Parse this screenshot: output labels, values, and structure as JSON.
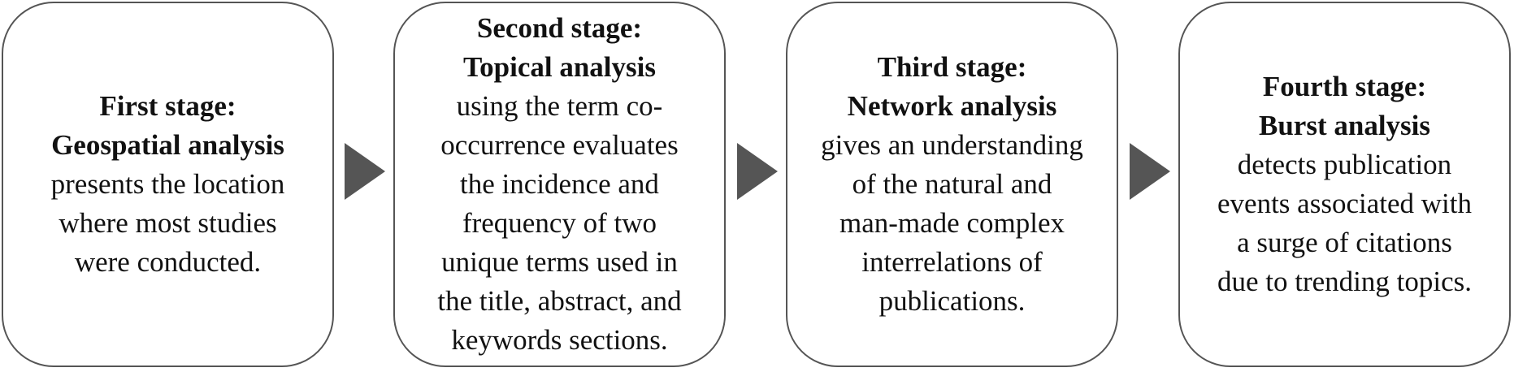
{
  "stages": [
    {
      "heading": "First stage:",
      "subheading": "Geospatial analysis",
      "lines": [
        "presents the location",
        "where most studies",
        "were conducted."
      ]
    },
    {
      "heading": "Second stage:",
      "subheading": "Topical analysis",
      "lines": [
        "using the term co-",
        "occurrence evaluates",
        "the incidence and",
        "frequency of two",
        "unique terms used in",
        "the title, abstract, and",
        "keywords sections."
      ]
    },
    {
      "heading": "Third stage:",
      "subheading": "Network analysis",
      "lines": [
        "gives an understanding",
        "of the natural and",
        "man-made complex",
        "interrelations of",
        "publications."
      ]
    },
    {
      "heading": "Fourth stage:",
      "subheading": "Burst analysis",
      "lines": [
        "detects publication",
        "events associated with",
        "a surge of citations",
        "due to trending topics."
      ]
    }
  ],
  "arrow_icon": "triangle-right-icon",
  "colors": {
    "border": "#555555",
    "arrow": "#555555",
    "text": "#111111"
  }
}
